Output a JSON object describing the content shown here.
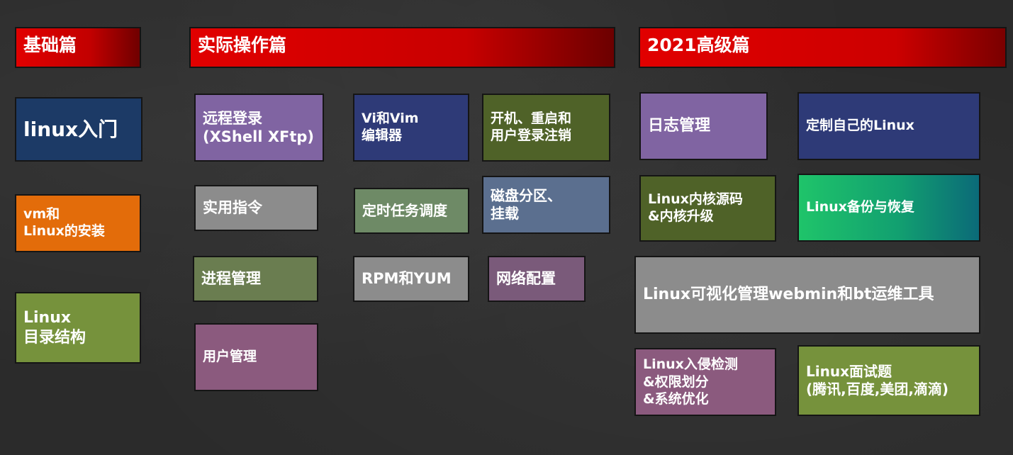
{
  "colors": {
    "background": "#2b2b2b",
    "header_red": "#d40000",
    "navy": "#1c3a66",
    "orange": "#e36c0a",
    "olive": "#76923c",
    "purple": "#8064a2",
    "indigo": "#2e3a77",
    "dark_olive": "#4f6228",
    "gray": "#8c8c8c",
    "sage": "#6e8a66",
    "slate": "#5b6f8f",
    "mauve": "#8b5a7e",
    "teal_green": "#1fc46a"
  },
  "sections": {
    "basic": {
      "title": "基础篇"
    },
    "practical": {
      "title": "实际操作篇"
    },
    "advanced": {
      "title": "2021高级篇"
    }
  },
  "topics": {
    "linux_intro": "linux入门",
    "vm_install": "vm和\nLinux的安装",
    "dir_structure": "Linux\n目录结构",
    "remote_login": "远程登录\n(XShell XFtp)",
    "vi_vim": "Vi和Vim\n编辑器",
    "boot_restart": "开机、重启和\n用户登录注销",
    "practical_commands": "实用指令",
    "cron": "定时任务调度",
    "disk_partition": "磁盘分区、\n挂载",
    "process_mgmt": "进程管理",
    "rpm_yum": "RPM和YUM",
    "network": "网络配置",
    "user_mgmt": "用户管理",
    "log_mgmt": "日志管理",
    "custom_linux": "定制自己的Linux",
    "kernel": "Linux内核源码\n&内核升级",
    "backup": "Linux备份与恢复",
    "webmin": "Linux可视化管理webmin和bt运维工具",
    "intrusion": "Linux入侵检测\n&权限划分\n&系统优化",
    "interview": "Linux面试题\n(腾讯,百度,美团,滴滴)"
  }
}
